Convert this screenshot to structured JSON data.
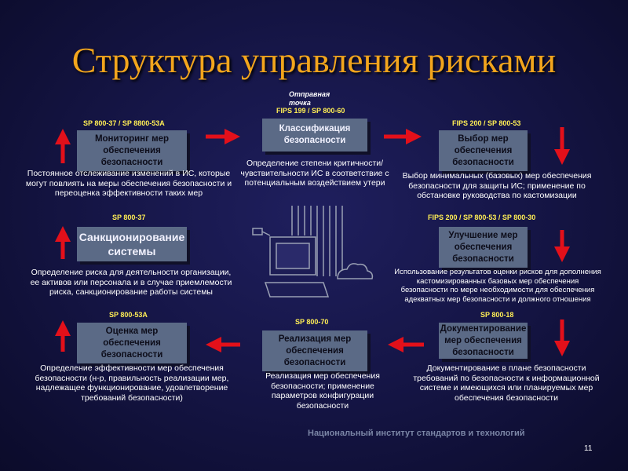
{
  "title": "Структура управления рисками",
  "start_point": {
    "label": "Отправная точка",
    "standard": "FIPS 199 / SP 800-60"
  },
  "nodes": [
    {
      "id": "classification",
      "label": "Классификация безопасности",
      "standard": "FIPS 199 / SP 800-60",
      "description": "Определение степени критичности/чувствительности ИС в соответствие с потенциальным воздействием утери"
    },
    {
      "id": "select_measures",
      "label": "Выбор мер обеспечения безопасности",
      "standard": "FIPS 200 / SP 800-53",
      "description": "Выбор минимальных (базовых) мер обеспечения безопасности для защиты ИС; применение по обстановке руководства по кастомизации"
    },
    {
      "id": "improve_measures",
      "label": "Улучшение мер обеспечения безопасности",
      "standard": "FIPS 200 / SP 800-53 / SP 800-30",
      "description": "Использование результатов оценки рисков для дополнения кастомизированных базовых мер обеспечения безопасности по мере необходимости для обеспечения адекватных мер безопасности и должного отношения"
    },
    {
      "id": "documenting",
      "label": "Документирование мер обеспечения безопасности",
      "standard": "SP 800-18",
      "description": "Документирование в плане безопасности требований по безопасности к информационной системе и имеющихся или планируемых мер обеспечения безопасности"
    },
    {
      "id": "implementation",
      "label": "Реализация мер обеспечения безопасности",
      "standard": "SP 800-70",
      "description": "Реализация мер обеспечения безопасности; применение параметров конфигурации безопасности"
    },
    {
      "id": "evaluation",
      "label": "Оценка мер обеспечения безопасности",
      "standard": "SP 800-53A",
      "description": "Определение эффективности мер обеспечения безопасности (н-р, правильность реализации мер, надлежащее функционирование, удовлетворение требований безопасности)"
    },
    {
      "id": "authorization",
      "label": "Санкционирование системы",
      "standard": "SP 800-37",
      "description": "Определение риска для деятельности организации, ее активов или персонала и в случае приемлемости риска, санкционирование работы системы"
    },
    {
      "id": "monitoring",
      "label": "Мониторинг мер обеспечения безопасности",
      "standard": "SP 800-37 / SP 8800-53A",
      "description": "Постоянное отслеживание изменений в ИС, которые могут повлиять на меры обеспечения безопасности и переоценка эффективности таких мер"
    }
  ],
  "footer": "Национальный институт стандартов и технологий",
  "page_number": "11",
  "colors": {
    "title": "#f2a51d",
    "standard": "#ffee55",
    "box": "#5b6a86",
    "arrow": "#e3101a",
    "footer": "#7b86a6"
  }
}
